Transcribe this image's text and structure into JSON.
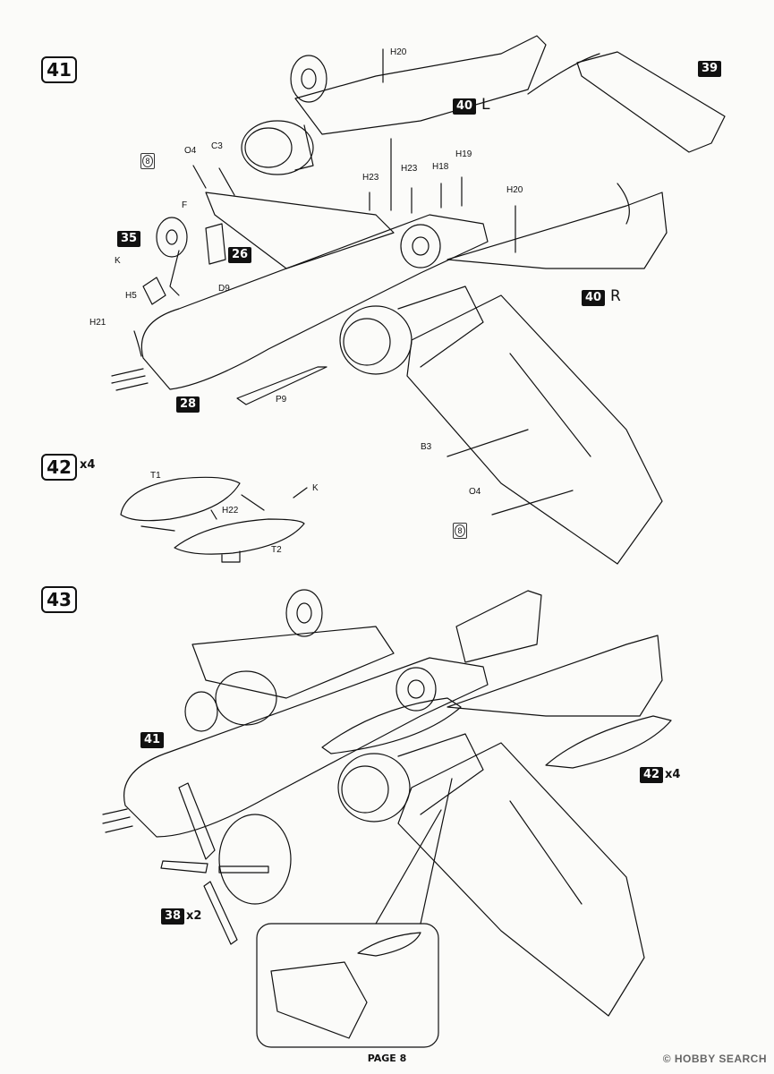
{
  "steps": {
    "s41": "41",
    "s42": "42",
    "s42_mult": "x4",
    "s43": "43"
  },
  "refs": {
    "r39": "39",
    "r40l": "40",
    "r40l_suffix": "L",
    "r40r": "40",
    "r40r_suffix": "R",
    "r35": "35",
    "r26": "26",
    "r28": "28",
    "r41": "41",
    "r42": "42",
    "r42_mult": "x4",
    "r38": "38",
    "r38_mult": "x2"
  },
  "parts": {
    "h20_top": "H20",
    "h20_right": "H20",
    "o4_top": "O4",
    "c3": "C3",
    "h23_a": "H23",
    "h23_b": "H23",
    "h18": "H18",
    "h19": "H19",
    "f": "F",
    "k_left": "K",
    "h5": "H5",
    "d9": "D9",
    "h21": "H21",
    "p9": "P9",
    "b3": "B3",
    "o4_bottom": "O4",
    "t1": "T1",
    "h22": "H22",
    "k_42": "K",
    "t2": "T2"
  },
  "paint_codes": {
    "top": "8",
    "bottom": "8"
  },
  "footer": {
    "page": "PAGE 8",
    "watermark": "© HOBBY SEARCH"
  }
}
